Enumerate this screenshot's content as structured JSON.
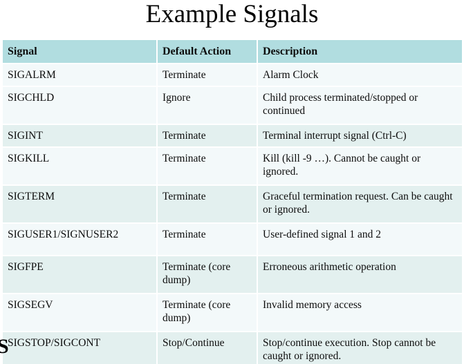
{
  "slide": {
    "title": "Example Signals",
    "stray_glyph": "S"
  },
  "colors": {
    "header_bg": "#b1dde0",
    "row_odd_bg": "#e3f0ef",
    "row_even_bg": "#f3f9fa",
    "page_bg": "#ffffff",
    "text": "#0d0d0d"
  },
  "table": {
    "columns": [
      "Signal",
      "Default Action",
      "Description"
    ],
    "rows": [
      {
        "signal": "SIGALRM",
        "action": "Terminate",
        "description": "Alarm Clock"
      },
      {
        "signal": "SIGCHLD",
        "action": "Ignore",
        "description": "Child process terminated/stopped or continued"
      },
      {
        "signal": "SIGINT",
        "action": "Terminate",
        "description": "Terminal interrupt signal (Ctrl-C)"
      },
      {
        "signal": "SIGKILL",
        "action": "Terminate",
        "description": "Kill (kill -9 …). Cannot be caught or ignored."
      },
      {
        "signal": "SIGTERM",
        "action": "Terminate",
        "description": "Graceful termination request. Can be caught or ignored."
      },
      {
        "signal": "SIGUSER1/SIGNUSER2",
        "action": "Terminate",
        "description": "User-defined signal 1 and 2"
      },
      {
        "signal": "SIGFPE",
        "action": "Terminate (core dump)",
        "description": "Erroneous arithmetic operation"
      },
      {
        "signal": "SIGSEGV",
        "action": "Terminate (core dump)",
        "description": "Invalid memory access"
      },
      {
        "signal": "SIGSTOP/SIGCONT",
        "action": "Stop/Continue",
        "description": "Stop/continue execution. Stop cannot be caught or ignored."
      }
    ]
  }
}
